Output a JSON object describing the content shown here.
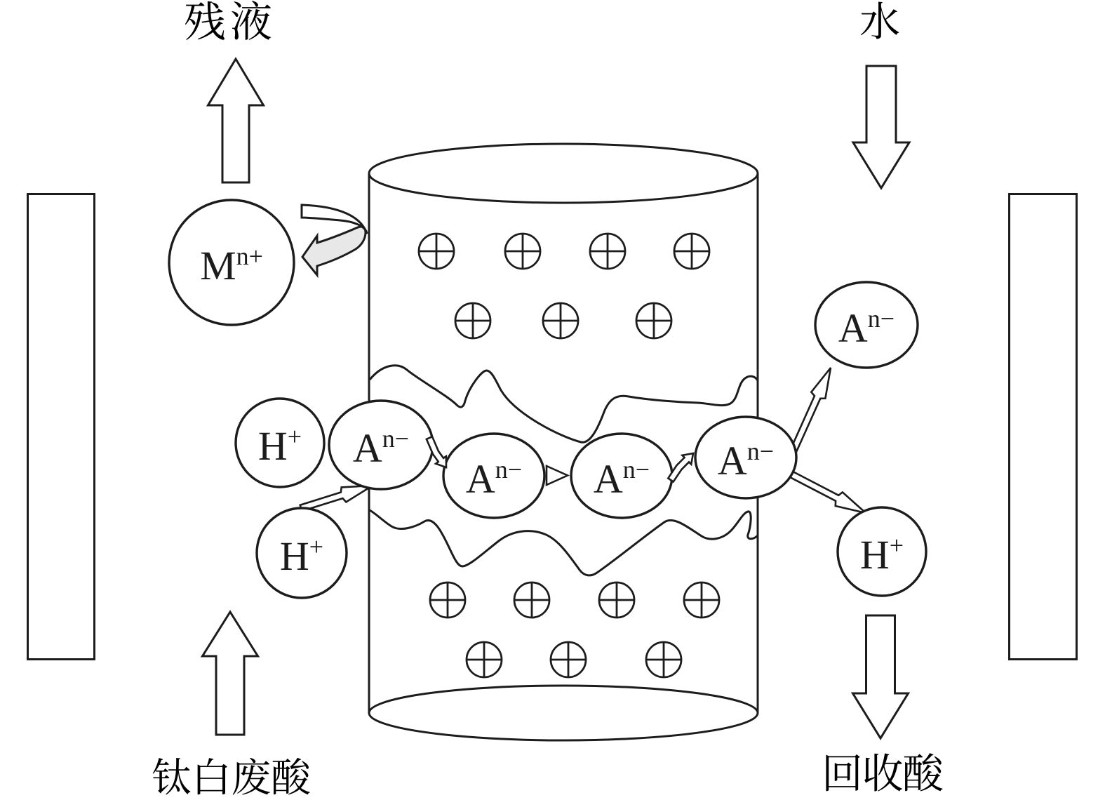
{
  "figure": {
    "description": "diffusion dialysis acid recovery diagram",
    "background": "#ffffff",
    "ink_color": "#1c1c1c",
    "return_arrow_fill": "#e8e8e8"
  },
  "labels": {
    "residual": "残液",
    "water": "水",
    "waste_acid": "钛白废酸",
    "recovered_acid": "回收酸"
  },
  "ion_bubbles": [
    {
      "name": "metal-ion",
      "base": "M",
      "sup": "n+"
    },
    {
      "name": "hydrogen-ion",
      "base": "H",
      "sup": "+"
    },
    {
      "name": "hydrogen-ion",
      "base": "H",
      "sup": "+"
    },
    {
      "name": "anion",
      "base": "A",
      "sup": "n−"
    },
    {
      "name": "anion",
      "base": "A",
      "sup": "n−"
    },
    {
      "name": "anion",
      "base": "A",
      "sup": "n−"
    },
    {
      "name": "anion",
      "base": "A",
      "sup": "n−"
    },
    {
      "name": "anion",
      "base": "A",
      "sup": "n−"
    },
    {
      "name": "hydrogen-ion",
      "base": "H",
      "sup": "+"
    }
  ],
  "icons": {
    "fixed_charge": "plus-circle",
    "flow_arrows": [
      "up-arrow-residual",
      "down-arrow-water",
      "up-arrow-waste-acid",
      "down-arrow-recovered-acid"
    ]
  }
}
